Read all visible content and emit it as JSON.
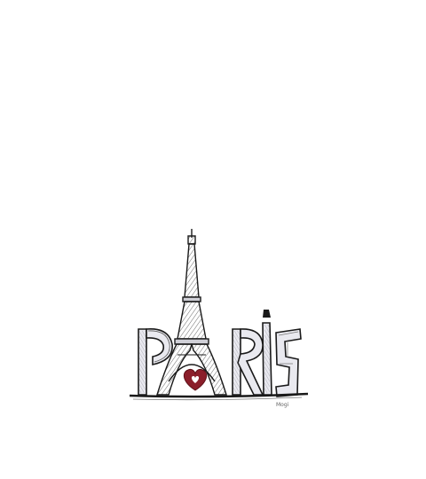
{
  "artwork": {
    "word": "PARIS",
    "signature": "Mogi",
    "colors": {
      "background": "#ffffff",
      "ink": "#1a1a1a",
      "hatch": "#3a3a3a",
      "letter_fill": "#e9e9ef",
      "heart": "#8b1e2a"
    },
    "elements": [
      "eiffel-tower",
      "heart",
      "paris-lettering",
      "ground-line"
    ]
  }
}
